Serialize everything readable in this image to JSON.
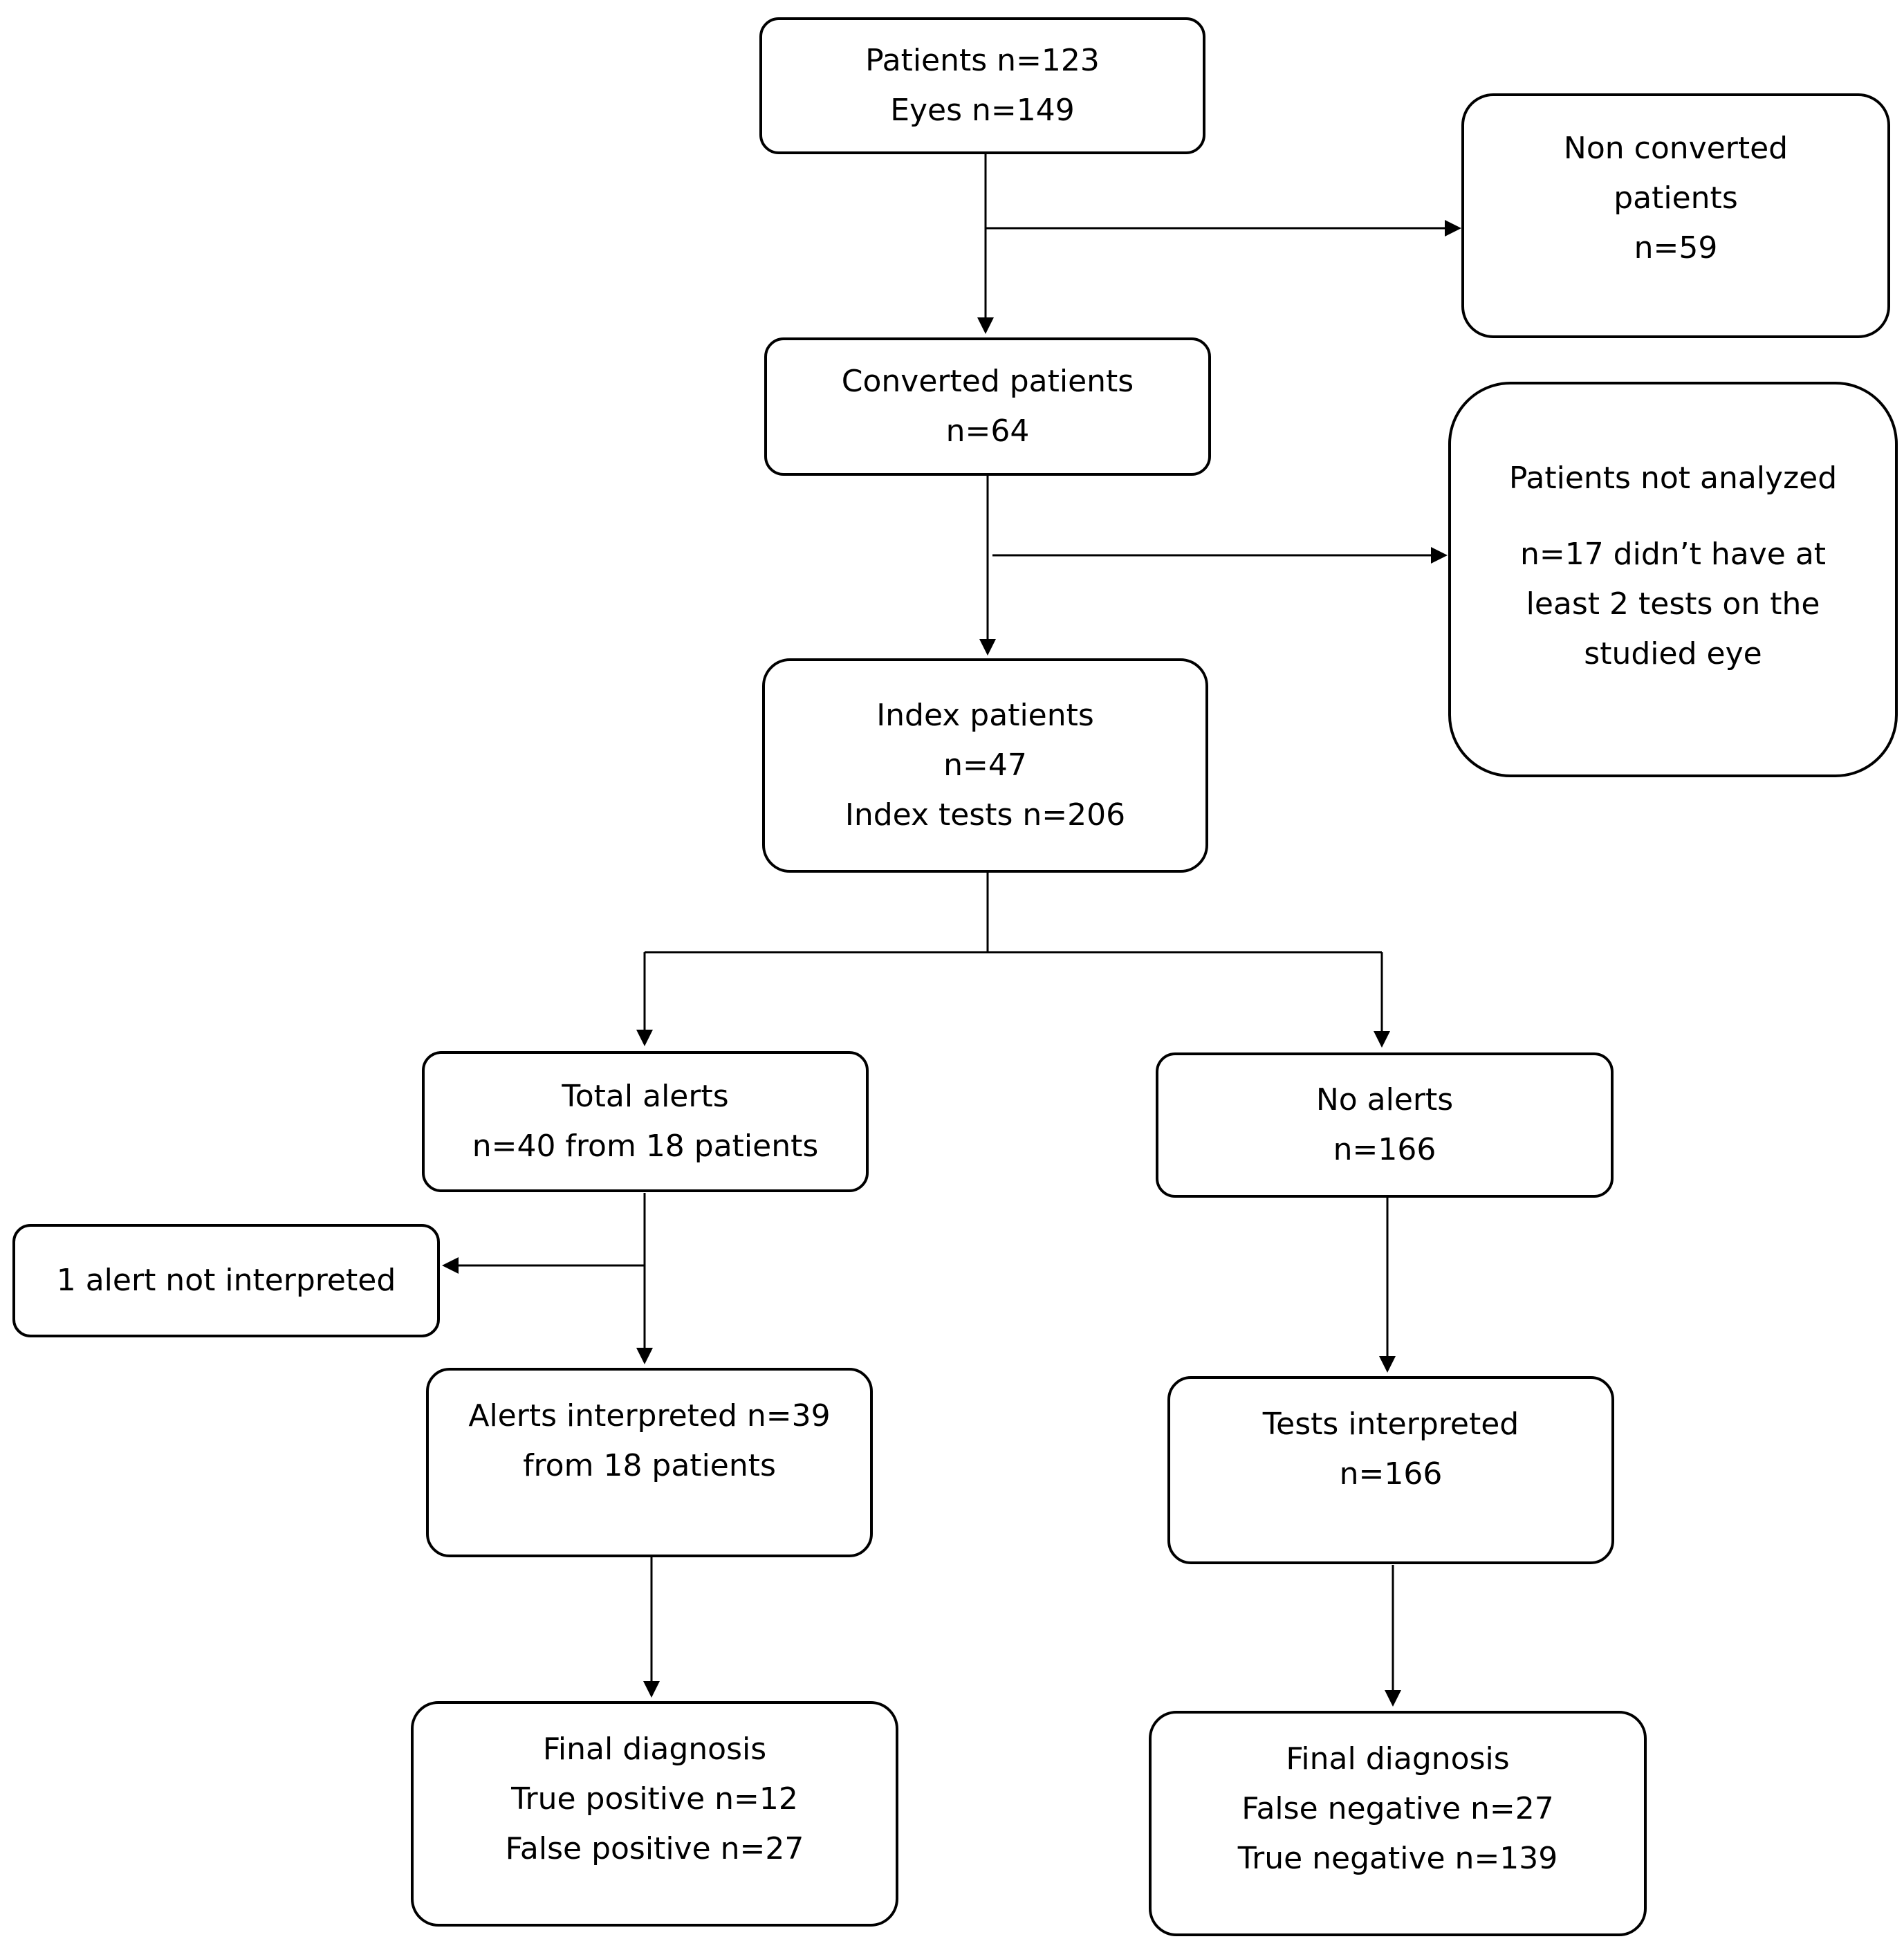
{
  "boxes": {
    "start": {
      "lines": [
        "Patients n=123",
        "Eyes n=149"
      ]
    },
    "non_converted": {
      "lines": [
        "Non converted",
        "patients",
        "n=59"
      ]
    },
    "converted": {
      "lines": [
        "Converted patients",
        "n=64"
      ]
    },
    "not_analyzed": {
      "title": "Patients not analyzed",
      "lines": [
        "n=17 didn’t have at",
        "least 2 tests on the",
        "studied eye"
      ]
    },
    "index": {
      "lines": [
        "Index patients",
        "n=47",
        "Index tests n=206"
      ]
    },
    "total_alerts": {
      "lines": [
        "Total alerts",
        "n=40  from 18 patients"
      ]
    },
    "no_alerts": {
      "lines": [
        "No alerts",
        "n=166"
      ]
    },
    "not_interpreted": {
      "lines": [
        "1 alert not interpreted"
      ]
    },
    "alerts_interpreted": {
      "lines": [
        "Alerts interpreted n=39",
        "from 18 patients"
      ]
    },
    "tests_interpreted": {
      "lines": [
        "Tests interpreted",
        "n=166"
      ]
    },
    "final_left": {
      "lines": [
        "Final diagnosis",
        "True positive n=12",
        "False positive n=27"
      ]
    },
    "final_right": {
      "lines": [
        "Final diagnosis",
        "False negative n=27",
        "True negative n=139"
      ]
    }
  }
}
